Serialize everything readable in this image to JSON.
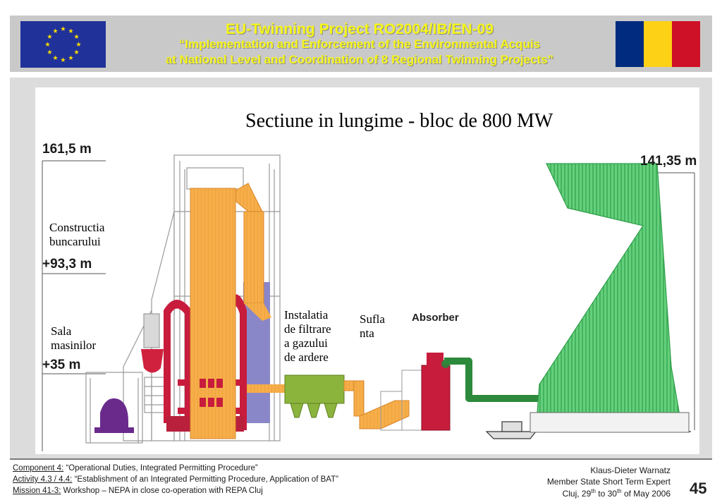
{
  "header": {
    "line1": "EU-Twinning  Project  RO2004/IB/EN-09",
    "line2": "“Implementation and Enforcement of the Environmental Acquis",
    "line3": "at National Level and Coordination of 8 Regional Twinning Projects”"
  },
  "colors": {
    "header_bg": "#c9c9c9",
    "header_text": "#f5f51a",
    "eu_blue": "#20319a",
    "eu_star": "#f5d800",
    "ro_blue": "#002b7f",
    "ro_yellow": "#fcd116",
    "ro_red": "#ce1126"
  },
  "slide": {
    "title": "Sectiune in lungime - bloc de 800 MW",
    "heights": {
      "top_left": "161,5 m",
      "mid_left": "+93,3 m",
      "low_left": "+35 m",
      "tower": "141,35 m"
    },
    "labels": {
      "bunker_line1": "Constructia",
      "bunker_line2": "buncarului",
      "turbine_line1": "Sala",
      "turbine_line2": "masinilor",
      "filter_line1": "Instalatia",
      "filter_line2": "de filtrare",
      "filter_line3": "a gazului",
      "filter_line4": "de ardere",
      "fan_line1": "Sufla",
      "fan_line2": "nta",
      "absorber": "Absorber"
    }
  },
  "footer": {
    "component_prefix": "Component 4:",
    "component_text": " “Operational Duties, Integrated Permitting Procedure”",
    "activity_prefix": "Activity 4.3 / 4.4:",
    "activity_text": " “Establishment of an Integrated Permitting Procedure, Application of BAT”",
    "mission_prefix": "Mission 41-3:",
    "mission_text": " Workshop – NEPA in close co-operation with REPA Cluj",
    "author": "Klaus-Dieter Warnatz",
    "role": "Member State Short Term Expert",
    "date_pre": "Cluj, 29",
    "date_sup1": "th",
    "date_mid": " to 30",
    "date_sup2": "th",
    "date_post": " of May 2006",
    "page_number": "45"
  }
}
